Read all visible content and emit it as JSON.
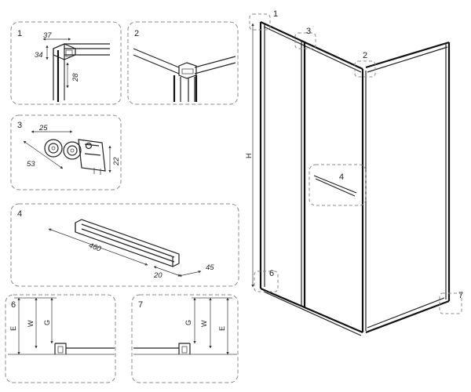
{
  "details": [
    {
      "number": "1",
      "dims": [
        "37",
        "34",
        "28"
      ]
    },
    {
      "number": "2",
      "dims": []
    },
    {
      "number": "3",
      "dims": [
        "25",
        "53",
        "22"
      ]
    },
    {
      "number": "4",
      "dims": [
        "460",
        "20",
        "45"
      ]
    },
    {
      "number": "6",
      "dims": [
        "E",
        "W",
        "G"
      ]
    },
    {
      "number": "7",
      "dims": [
        "G",
        "W",
        "E"
      ]
    }
  ],
  "enclosure": {
    "height_label": "H",
    "callouts": [
      "1",
      "3",
      "2",
      "4",
      "6",
      "7"
    ]
  }
}
